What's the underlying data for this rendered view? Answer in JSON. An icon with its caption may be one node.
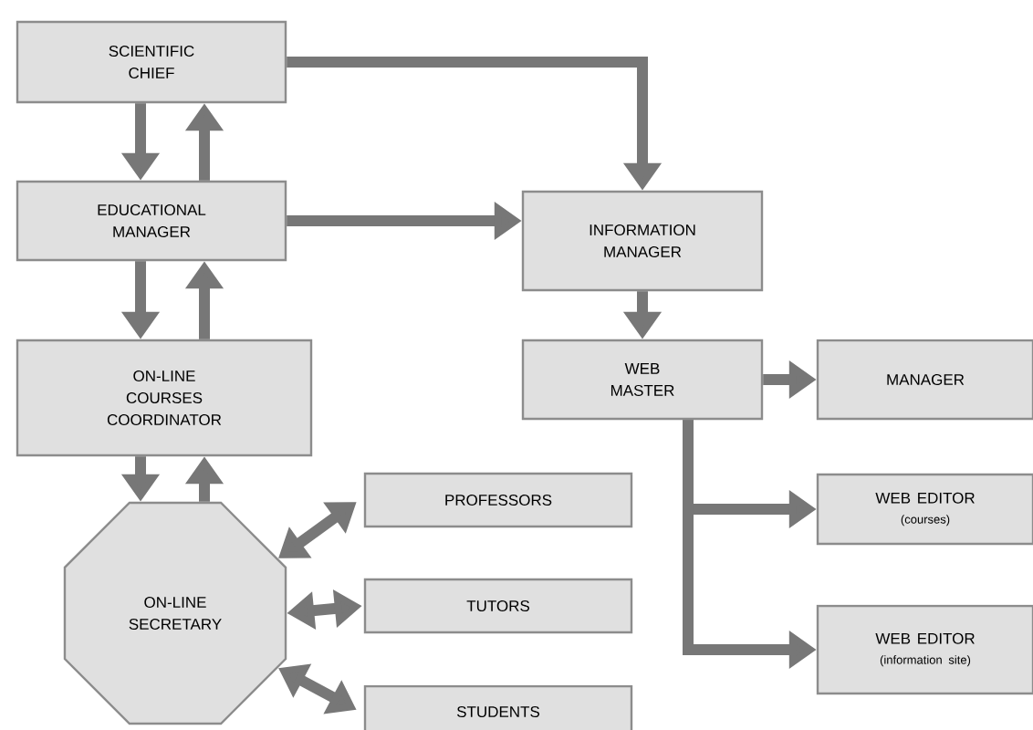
{
  "diagram": {
    "nodes": [
      {
        "text": [
          "SCIENTIFIC CHIEF"
        ]
      },
      {
        "text": [
          "EDUCATIONAL MANAGER"
        ]
      },
      {
        "text": [
          "ON-LINE COURSES COORDINATOR"
        ]
      },
      {
        "text": [
          "ON-LINE SECRETARY"
        ]
      },
      {
        "text": [
          "PROFESSORS"
        ]
      },
      {
        "text": [
          "TUTORS"
        ]
      },
      {
        "text": [
          "STUDENTS"
        ]
      },
      {
        "text": [
          "INFORMATION MANAGER"
        ]
      },
      {
        "text": [
          "WEB MASTER"
        ]
      },
      {
        "text": [
          "MANAGER"
        ]
      },
      {
        "text": [
          "WEB EDITOR",
          "(courses)"
        ]
      },
      {
        "text": [
          "WEB EDITOR",
          "(information site)"
        ]
      }
    ],
    "edges": [
      {
        "from": 0,
        "to": 1,
        "arrow": "to"
      },
      {
        "from": 1,
        "to": 0,
        "arrow": "to"
      },
      {
        "from": 1,
        "to": 2,
        "arrow": "to"
      },
      {
        "from": 2,
        "to": 1,
        "arrow": "to"
      },
      {
        "from": 2,
        "to": 3,
        "arrow": "to"
      },
      {
        "from": 3,
        "to": 2,
        "arrow": "to"
      },
      {
        "from": 0,
        "to": 7,
        "arrow": "to"
      },
      {
        "from": 1,
        "to": 7,
        "arrow": "to"
      },
      {
        "from": 7,
        "to": 8,
        "arrow": "to"
      },
      {
        "from": 8,
        "to": 9,
        "arrow": "to"
      },
      {
        "from": 8,
        "to": 10,
        "arrow": "to"
      },
      {
        "from": 8,
        "to": 11,
        "arrow": "to"
      },
      {
        "from": 3,
        "to": 4,
        "arrow": "both"
      },
      {
        "from": 3,
        "to": 5,
        "arrow": "both"
      },
      {
        "from": 3,
        "to": 6,
        "arrow": "both"
      }
    ]
  }
}
